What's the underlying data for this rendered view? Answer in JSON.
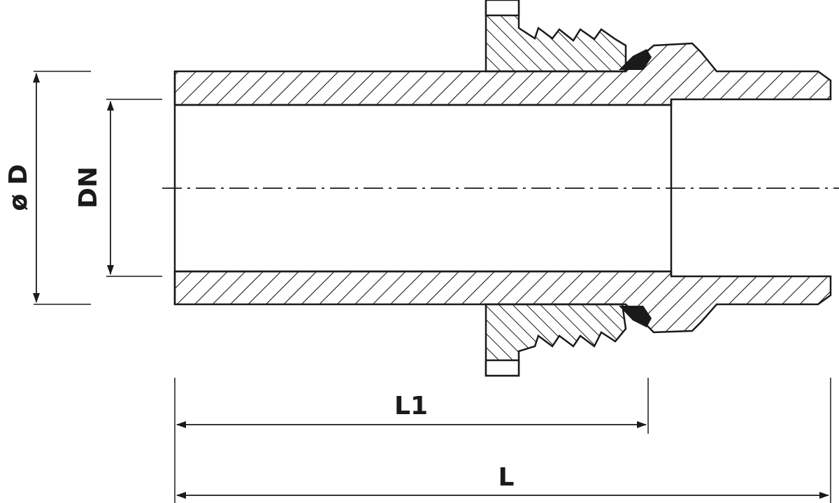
{
  "drawing": {
    "labels": {
      "outer_diameter": "ø D",
      "nominal_diameter": "DN",
      "partial_length": "L1",
      "total_length": "L"
    },
    "colors": {
      "line": "#1a1a1a",
      "background": "#ffffff"
    }
  }
}
